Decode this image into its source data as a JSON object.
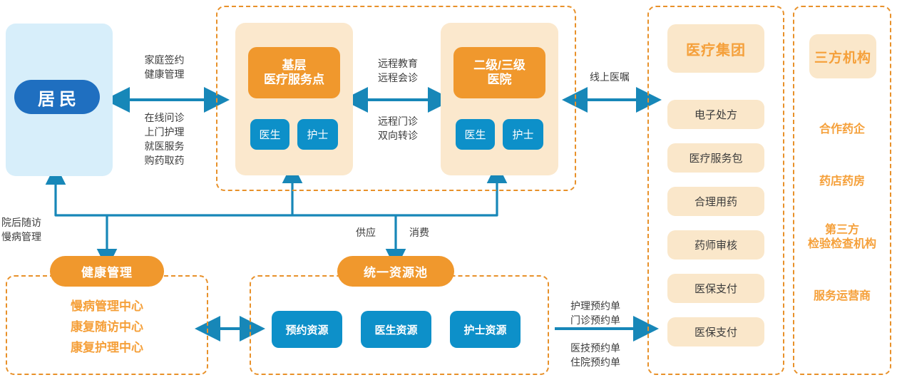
{
  "colors": {
    "deep_blue": "#1f6fc0",
    "light_blue": "#0d90c9",
    "orange": "#f0982d",
    "tan": "#fbe8cd",
    "pale_blue": "#d7eefa",
    "connector_blue": "#1787b8",
    "dashed_border": "#e8912a",
    "label_gray": "#3c3c3c"
  },
  "resident": {
    "label": "居民"
  },
  "mid_panel": {
    "institutions": [
      {
        "title": "基层\n医疗服务点",
        "title_line1": "基层",
        "title_line2": "医疗服务点",
        "roles": [
          "医生",
          "护士"
        ]
      },
      {
        "title": "二级/三级\n医院",
        "title_line1": "二级/三级",
        "title_line2": "医院",
        "roles": [
          "医生",
          "护士"
        ]
      }
    ]
  },
  "arrows": {
    "resident_to_mid": {
      "direction": "bidirectional",
      "top_label": "家庭签约\n健康管理",
      "bottom_label": "在线问诊\n上门护理\n就医服务\n购药取药"
    },
    "between_institutions": {
      "direction": "bidirectional",
      "top_label": "远程教育\n远程会诊",
      "bottom_label": "远程门诊\n双向转诊"
    },
    "mid_to_group": {
      "direction": "bidirectional",
      "label": "线上医嘱"
    },
    "health_to_pool": {
      "direction": "bidirectional",
      "label": ""
    },
    "pool_to_group": {
      "direction": "right",
      "top_label": "护理预约单\n门诊预约单",
      "bottom_label": "医技预约单\n住院预约单"
    },
    "trunk": {
      "follow_up_label": "院后随访\n慢病管理",
      "supply_label": "供应",
      "consume_label": "消费"
    }
  },
  "medical_group": {
    "title": "医疗集团",
    "items": [
      "电子处方",
      "医疗服务包",
      "合理用药",
      "药师审核",
      "医保支付",
      "医保支付"
    ]
  },
  "third_party": {
    "title": "三方机构",
    "items": [
      "合作药企",
      "药店药房",
      "第三方\n检验检查机构",
      "服务运营商"
    ]
  },
  "health_mgmt": {
    "tab": "健康管理",
    "items": [
      "慢病管理中心",
      "康复随访中心",
      "康复护理中心"
    ]
  },
  "resource_pool": {
    "tab": "统一资源池",
    "items": [
      "预约资源",
      "医生资源",
      "护士资源"
    ]
  }
}
